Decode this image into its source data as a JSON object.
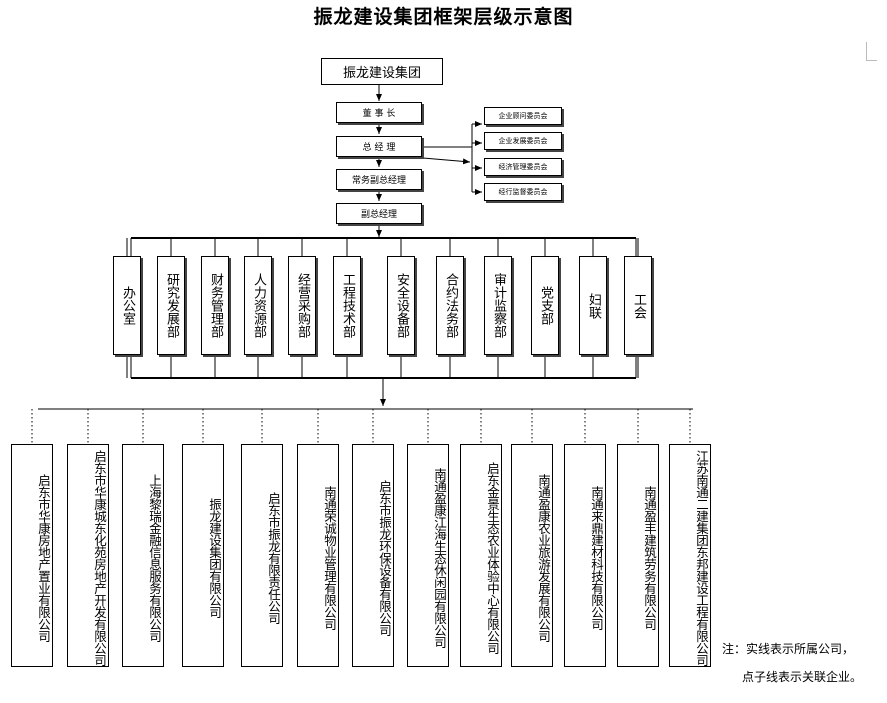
{
  "title": "振龙建设集团框架层级示意图",
  "root": "振龙建设集团",
  "management": [
    "董  事  长",
    "总  经  理",
    "常务副总经理",
    "副总经理"
  ],
  "committees": [
    "企业顾问委员会",
    "企业发展委员会",
    "经济管理委员会",
    "经行监督委员会"
  ],
  "departments": [
    "办公室",
    "研究发展部",
    "财务管理部",
    "人力资源部",
    "经营采购部",
    "工程技术部",
    "安全设备部",
    "合约法务部",
    "审计监察部",
    "党支部",
    "妇联",
    "工会"
  ],
  "companies": [
    "启东市华康房地产置业有限公司",
    "启东市华康城东化苑房地产开发有限公司",
    "上海黎瑞金融信息服务有限公司",
    "振龙建设集团有限公司",
    "启东市振龙有限责任公司",
    "南通荣诚物业管理有限公司",
    "启东市振龙环保设备有限公司",
    "南通盈康江海生态休闲园有限公司",
    "启东金景生态农业体验中心有限公司",
    "南通盈康农业旅游发展有限公司",
    "南通来鼎建材科技有限公司",
    "南通盈丰建筑劳务有限公司",
    "江苏南通二建集团东邦建设工程有限公司"
  ],
  "note": {
    "line1": "注：实线表示所属公司，",
    "line2": "点子线表示关联企业。"
  },
  "colors": {
    "line": "#000000",
    "box_border": "#000000",
    "shadow": "#444444"
  }
}
